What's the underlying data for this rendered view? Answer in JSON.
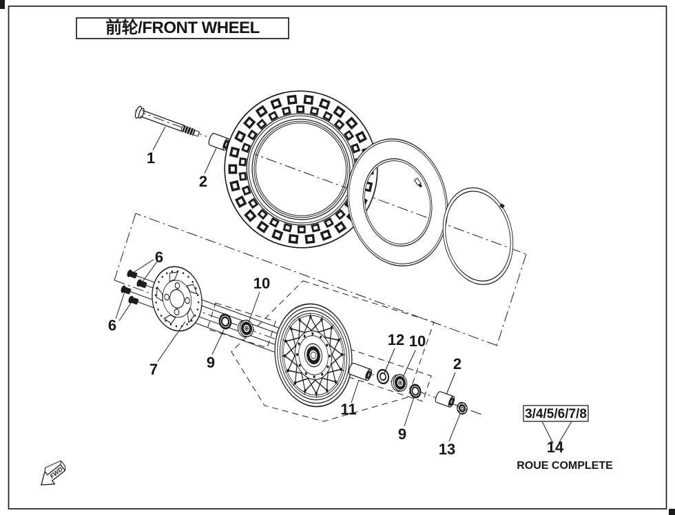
{
  "title": "前轮/FRONT WHEEL",
  "colors": {
    "ink": "#1c1c1c",
    "paper": "#ffffff"
  },
  "callouts": {
    "axle": "1",
    "spacer_front": "2",
    "disc_bolts_upper": "6",
    "disc_bolts_lower": "6",
    "brake_disc": "7",
    "seal_inner": "9",
    "bearing_inner": "10",
    "hub_sleeve": "11",
    "washer": "12",
    "bearing_outer": "10",
    "seal_outer": "9",
    "spacer_rear": "2",
    "axle_nut": "13"
  },
  "assembly_note": {
    "group_label": "3/4/5/6/7/8",
    "callout": "14",
    "caption": "ROUE COMPLETE"
  },
  "direction_marker": "FWD"
}
